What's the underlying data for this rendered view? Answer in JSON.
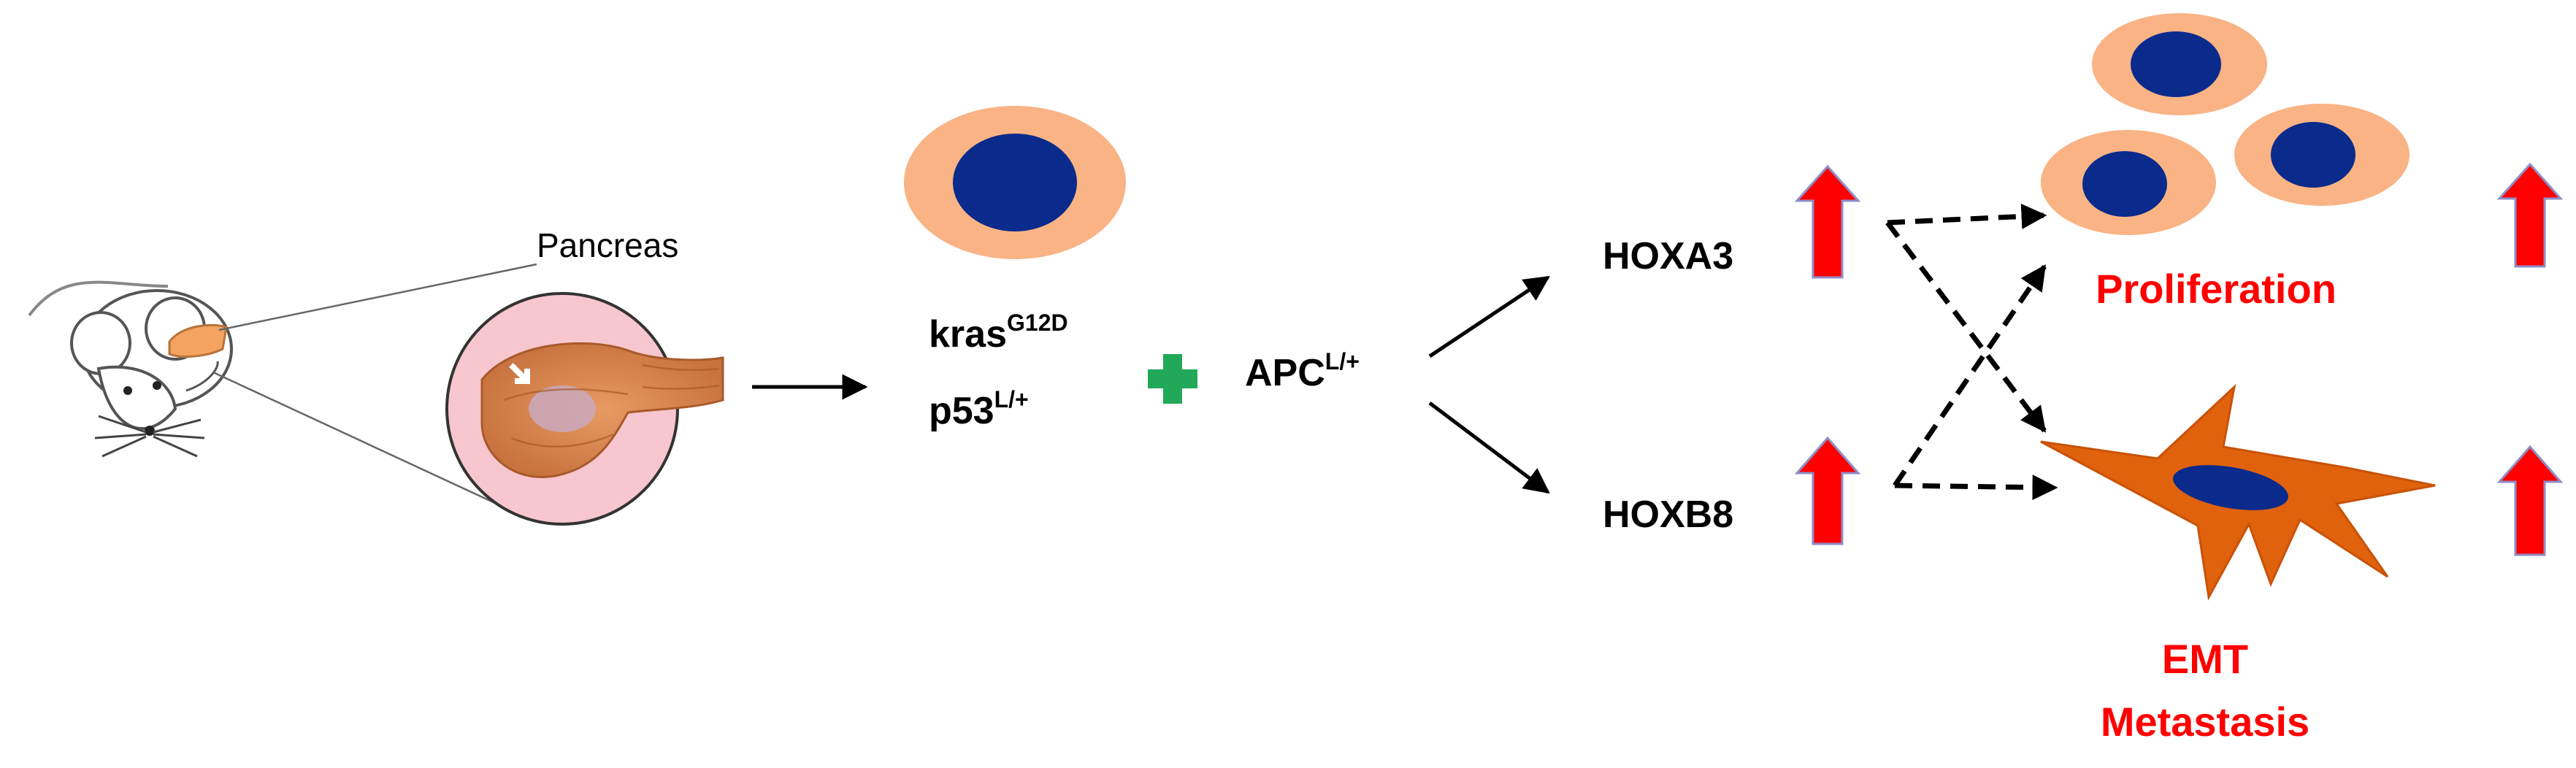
{
  "labels": {
    "pancreas": "Pancreas",
    "kras": "kras",
    "kras_sup": "G12D",
    "p53": "p53",
    "p53_sup": "L/+",
    "apc": "APC",
    "apc_sup": "L/+",
    "hoxa3": "HOXA3",
    "hoxb8": "HOXB8",
    "proliferation": "Proliferation",
    "emt": "EMT",
    "metastasis": "Metastasis"
  },
  "colors": {
    "cell_cytoplasm": "#F9B385",
    "cell_nucleus": "#0A2A8C",
    "up_arrow_fill": "#FF0000",
    "up_arrow_stroke": "#8E8EC8",
    "plus_sign": "#22A859",
    "emt_cell": "#E0620C",
    "outcome_text": "#FF0000",
    "tissue_circle": "#F7C6CF",
    "arrow": "#000000"
  },
  "icons": {
    "mouse": "mouse-icon",
    "pancreas_zoom": "pancreas-tissue-icon",
    "plus": "plus-icon",
    "up_arrow": "up-arrow-icon"
  }
}
